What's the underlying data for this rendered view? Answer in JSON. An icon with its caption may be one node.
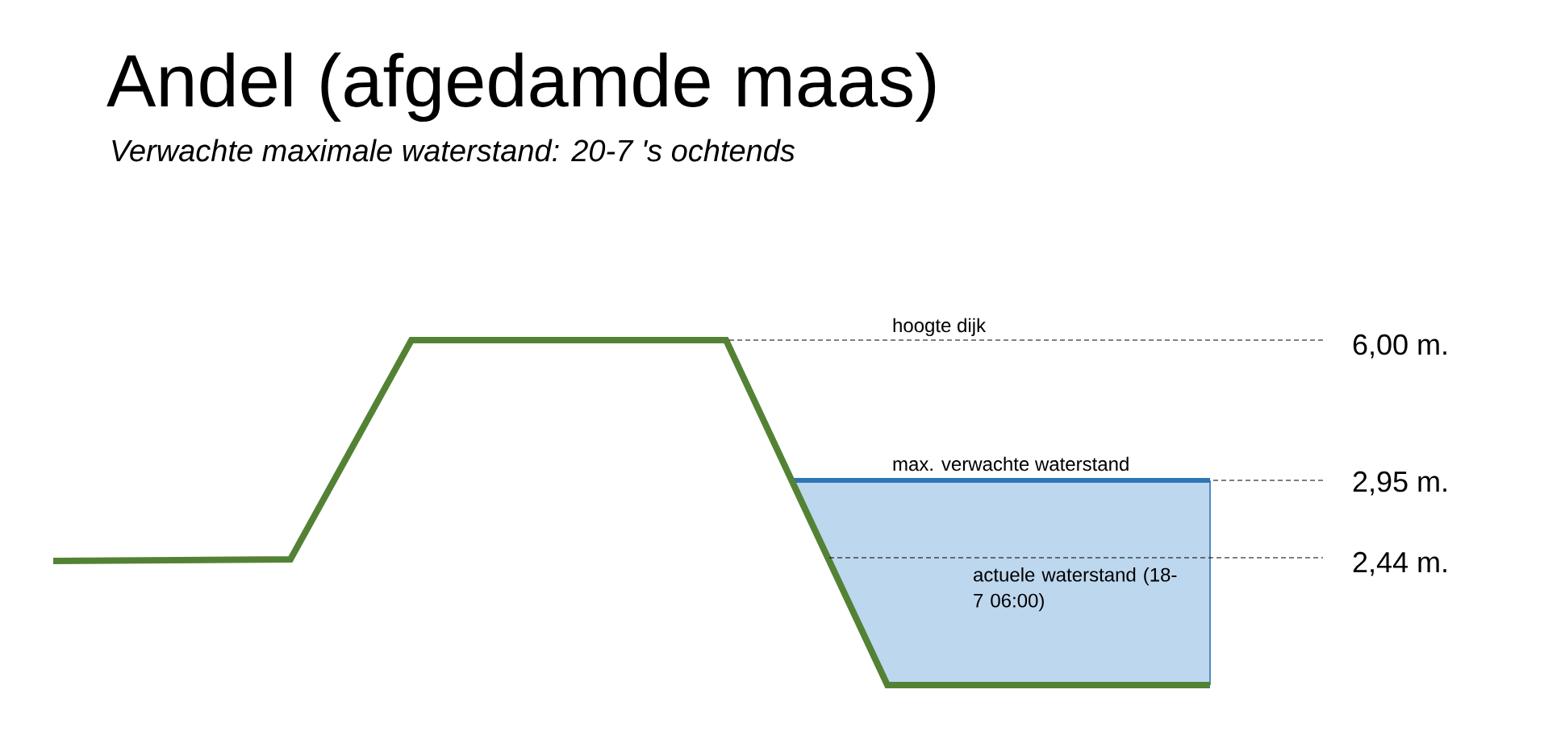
{
  "diagram": {
    "title": "Andel (afgedamde maas)",
    "labels": [
      "Verwachte maximale waterstand: 20-7 's ochtends",
      "hoogte dijk",
      "6,00 m.",
      "max. verwachte waterstand",
      "2,95 m.",
      "actuele waterstand (18-7 06:00)",
      "2,44 m."
    ]
  }
}
